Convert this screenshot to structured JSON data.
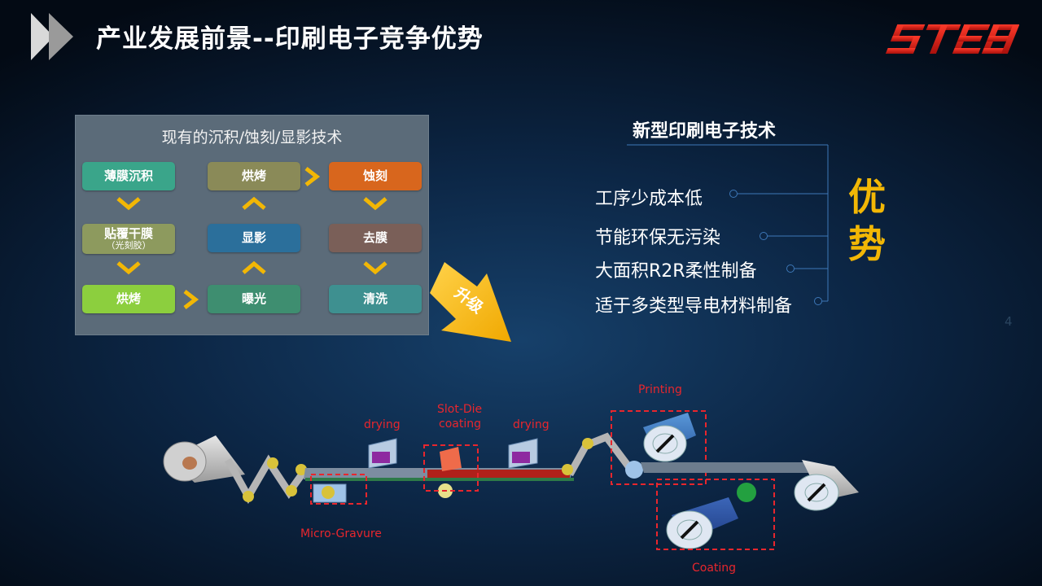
{
  "header": {
    "title": "产业发展前景--印刷电子竞争优势",
    "logo_text": "STEB",
    "page_number": "4"
  },
  "existing": {
    "title": "现有的沉积/蚀刻/显影技术",
    "steps": {
      "deposit": {
        "label": "薄膜沉积",
        "color": "#3aa58a"
      },
      "laminate": {
        "label": "贴覆干膜",
        "sub": "（光刻胶）",
        "color": "#8d9a5e"
      },
      "bake1": {
        "label": "烘烤",
        "color": "#8ccf3e"
      },
      "bake2": {
        "label": "烘烤",
        "color": "#8a8a58"
      },
      "develop": {
        "label": "显影",
        "color": "#2b6f9b"
      },
      "expose": {
        "label": "曝光",
        "color": "#3e8e70"
      },
      "etch": {
        "label": "蚀刻",
        "color": "#d8661d"
      },
      "strip": {
        "label": "去膜",
        "color": "#7a5f58"
      },
      "clean": {
        "label": "清洗",
        "color": "#3e9090"
      }
    },
    "arrow_color": "#f2b705"
  },
  "upgrade": {
    "label": "升级"
  },
  "new_tech": {
    "title": "新型印刷电子技术",
    "items": [
      "工序少成本低",
      "节能环保无污染",
      "大面积R2R柔性制备",
      "适于多类型导电材料制备"
    ],
    "advantage_label_1": "优",
    "advantage_label_2": "势",
    "accent": "#f2b705",
    "line_color": "#3d78b8"
  },
  "process": {
    "labels": {
      "drying1": "drying",
      "slotdie1": "Slot-Die",
      "slotdie2": "coating",
      "drying2": "drying",
      "printing": "Printing",
      "microgravure": "Micro-Gravure",
      "coating": "Coating"
    },
    "label_color": "#e8262d"
  }
}
